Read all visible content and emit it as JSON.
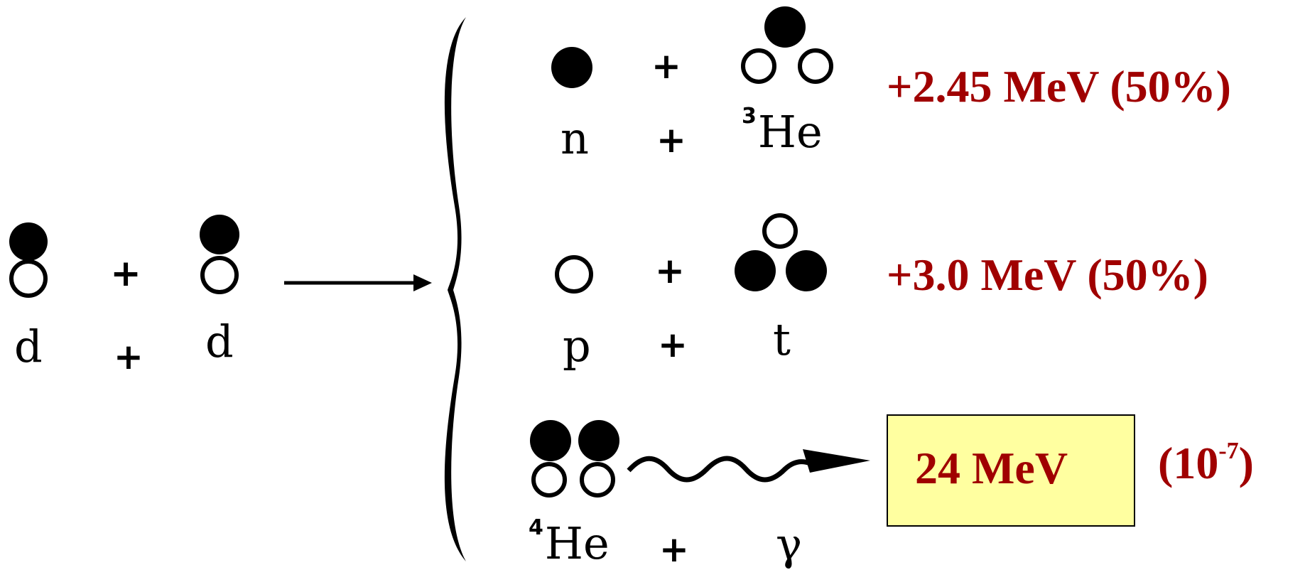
{
  "reactants": {
    "left": "d",
    "plus": "+",
    "right": "d"
  },
  "channels": [
    {
      "id": "he3",
      "product1": "n",
      "plus": "+",
      "product2_mass": "3",
      "product2": "He",
      "energy": "+2.45 MeV  (50%)"
    },
    {
      "id": "triton",
      "product1": "p",
      "plus": "+",
      "product2": "t",
      "energy": "+3.0  MeV   (50%)"
    },
    {
      "id": "he4",
      "product1_mass": "4",
      "product1": "He",
      "plus": "+",
      "product2": "γ",
      "energy_value": "24   MeV",
      "branching_base": "(10",
      "branching_exp": "-7",
      "branching_close": ")"
    }
  ],
  "colors": {
    "energy_text": "#a00000",
    "highlight_fill": "#ffffa0",
    "particle": "#000000"
  }
}
